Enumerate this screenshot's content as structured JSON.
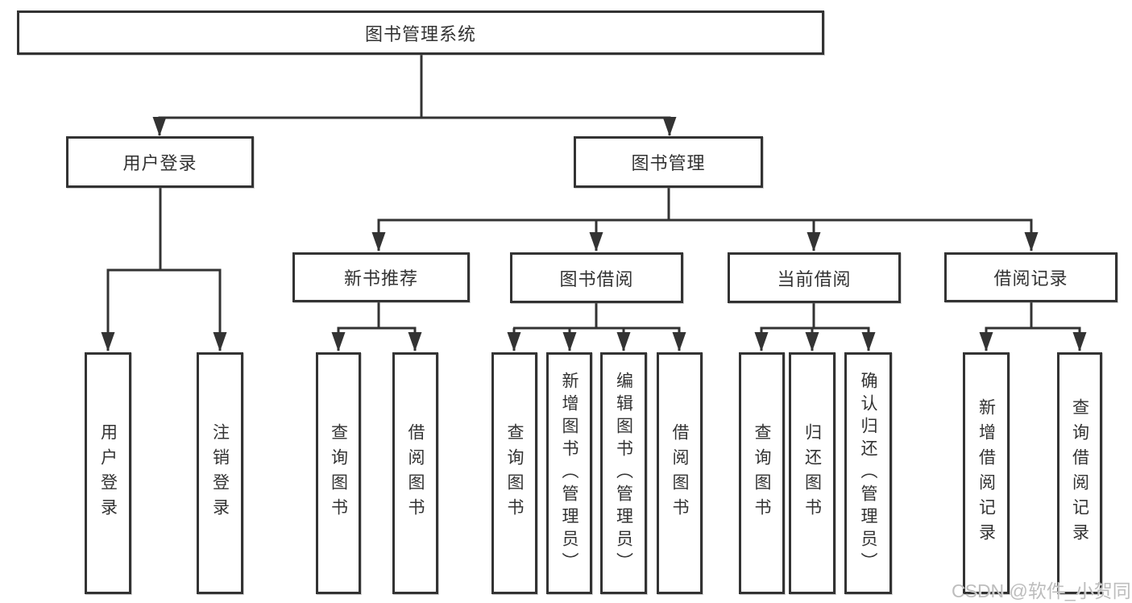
{
  "diagram": {
    "title": "图书管理系统",
    "root": {
      "label": "图书管理系统"
    },
    "level2": [
      {
        "label": "用户登录"
      },
      {
        "label": "图书管理"
      }
    ],
    "level3": [
      {
        "label": "新书推荐"
      },
      {
        "label": "图书借阅"
      },
      {
        "label": "当前借阅"
      },
      {
        "label": "借阅记录"
      }
    ],
    "user_login_children": [
      {
        "label": "用户登录"
      },
      {
        "label": "注销登录"
      }
    ],
    "new_books_children": [
      {
        "label": "查询图书"
      },
      {
        "label": "借阅图书"
      }
    ],
    "book_borrow_children": [
      {
        "label": "查询图书"
      },
      {
        "label": "新增图书（管理员）"
      },
      {
        "label": "编辑图书（管理员）"
      },
      {
        "label": "借阅图书"
      }
    ],
    "current_borrow_children": [
      {
        "label": "查询图书"
      },
      {
        "label": "归还图书"
      },
      {
        "label": "确认归还（管理员）"
      }
    ],
    "borrow_records_children": [
      {
        "label": "新增借阅记录"
      },
      {
        "label": "查询借阅记录"
      }
    ]
  },
  "watermark": {
    "text": "CSDN @软件_小贺同学"
  },
  "colors": {
    "line": "#333333",
    "text": "#333333",
    "box_background": "#ffffff",
    "watermark": "#bdbdbd",
    "background": "#ffffff"
  }
}
